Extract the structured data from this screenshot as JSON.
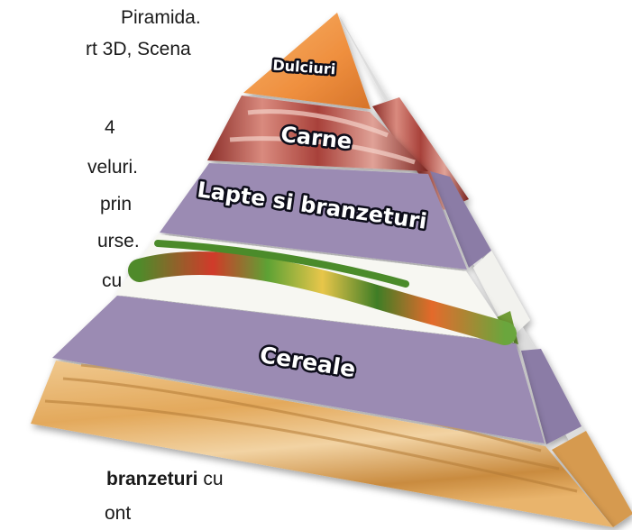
{
  "document": {
    "lines": [
      "Piramida.",
      "rt 3D, Scena",
      "4",
      "veluri.",
      "prin",
      "urse.",
      "cu",
      "branzeturi",
      "cu",
      "ont"
    ]
  },
  "pyramid": {
    "tiers": [
      {
        "label": "Dulciuri",
        "image": "sweets-image"
      },
      {
        "label": "Carne",
        "image": "meat-image"
      },
      {
        "label": "Lapte si branzeturi",
        "image": "dairy-band"
      },
      {
        "label": "",
        "image": "vegetables-image"
      },
      {
        "label": "Cereale",
        "image": "cereals-band"
      },
      {
        "label": "",
        "image": "bread-image"
      }
    ]
  }
}
